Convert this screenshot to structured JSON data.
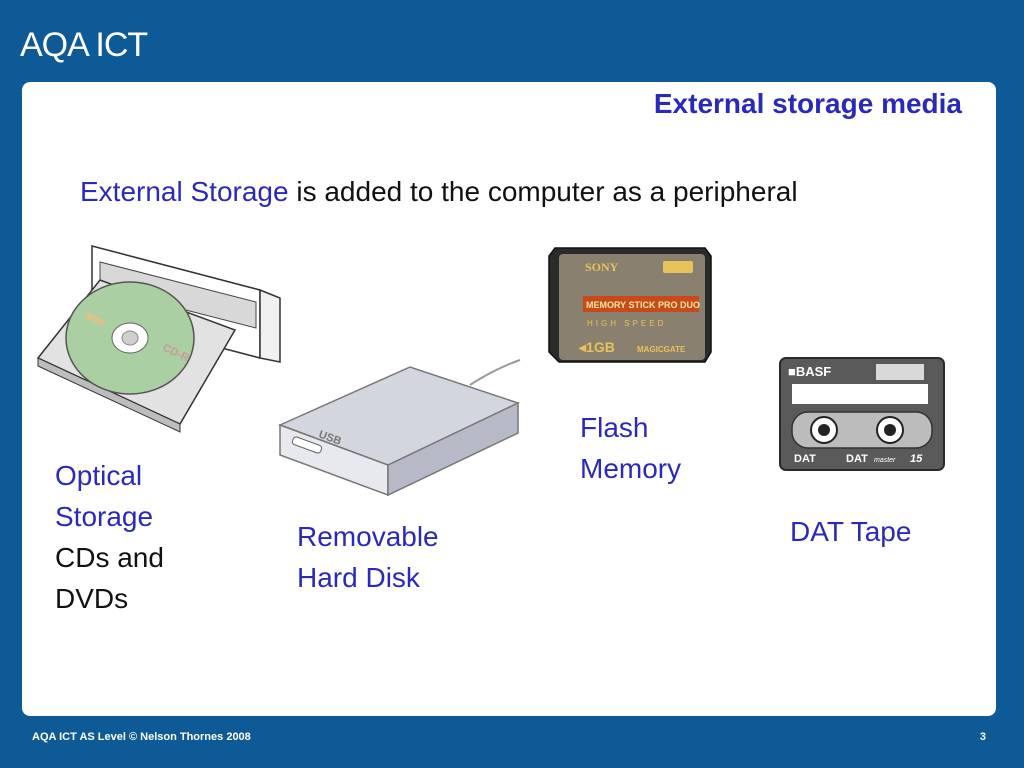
{
  "header": {
    "logo_text": "AQA ICT"
  },
  "slide": {
    "title": "External storage media",
    "subtitle_highlight": "External Storage",
    "subtitle_rest": " is added to the computer as a peripheral"
  },
  "items": {
    "optical": {
      "line1": "Optical",
      "line2": "Storage",
      "line3": "CDs and",
      "line4": "DVDs",
      "disc_label": "CD-R"
    },
    "hdd": {
      "line1": "Removable",
      "line2": "Hard Disk",
      "usb_text": "USB"
    },
    "flash": {
      "line1": "Flash",
      "line2": "Memory",
      "brand": "SONY",
      "product": "MEMORY STICK PRO DUO",
      "speed": "HIGH SPEED",
      "capacity": "◂1GB",
      "magic": "MAGICGATE"
    },
    "dat": {
      "label": "DAT Tape",
      "brand": "■BASF",
      "dat1": "DAT",
      "dat2": "DAT",
      "master": "master",
      "num": "15"
    }
  },
  "footer": {
    "text": "AQA ICT AS Level  © Nelson Thornes 2008",
    "page": "3"
  },
  "colors": {
    "background": "#0d5a96",
    "accent": "#2a2ab8"
  }
}
